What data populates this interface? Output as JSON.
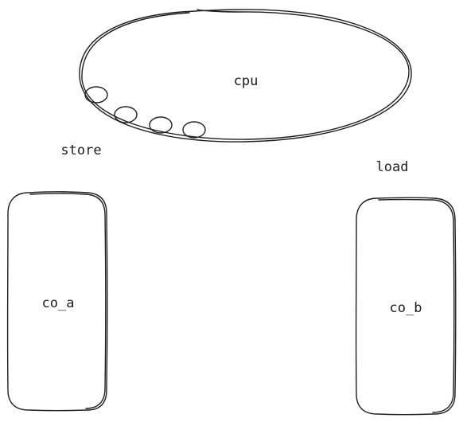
{
  "diagram": {
    "nodes": {
      "cpu": {
        "label": "cpu",
        "shape": "ellipse"
      },
      "co_a": {
        "label": "co_a",
        "shape": "rounded-rectangle"
      },
      "co_b": {
        "label": "co_b",
        "shape": "rounded-rectangle"
      }
    },
    "annotations": {
      "store": "store",
      "load": "load"
    },
    "slots": {
      "count": 4,
      "shape": "small-circle"
    },
    "colors": {
      "stroke": "#1e1e1e",
      "background": "#ffffff"
    }
  }
}
